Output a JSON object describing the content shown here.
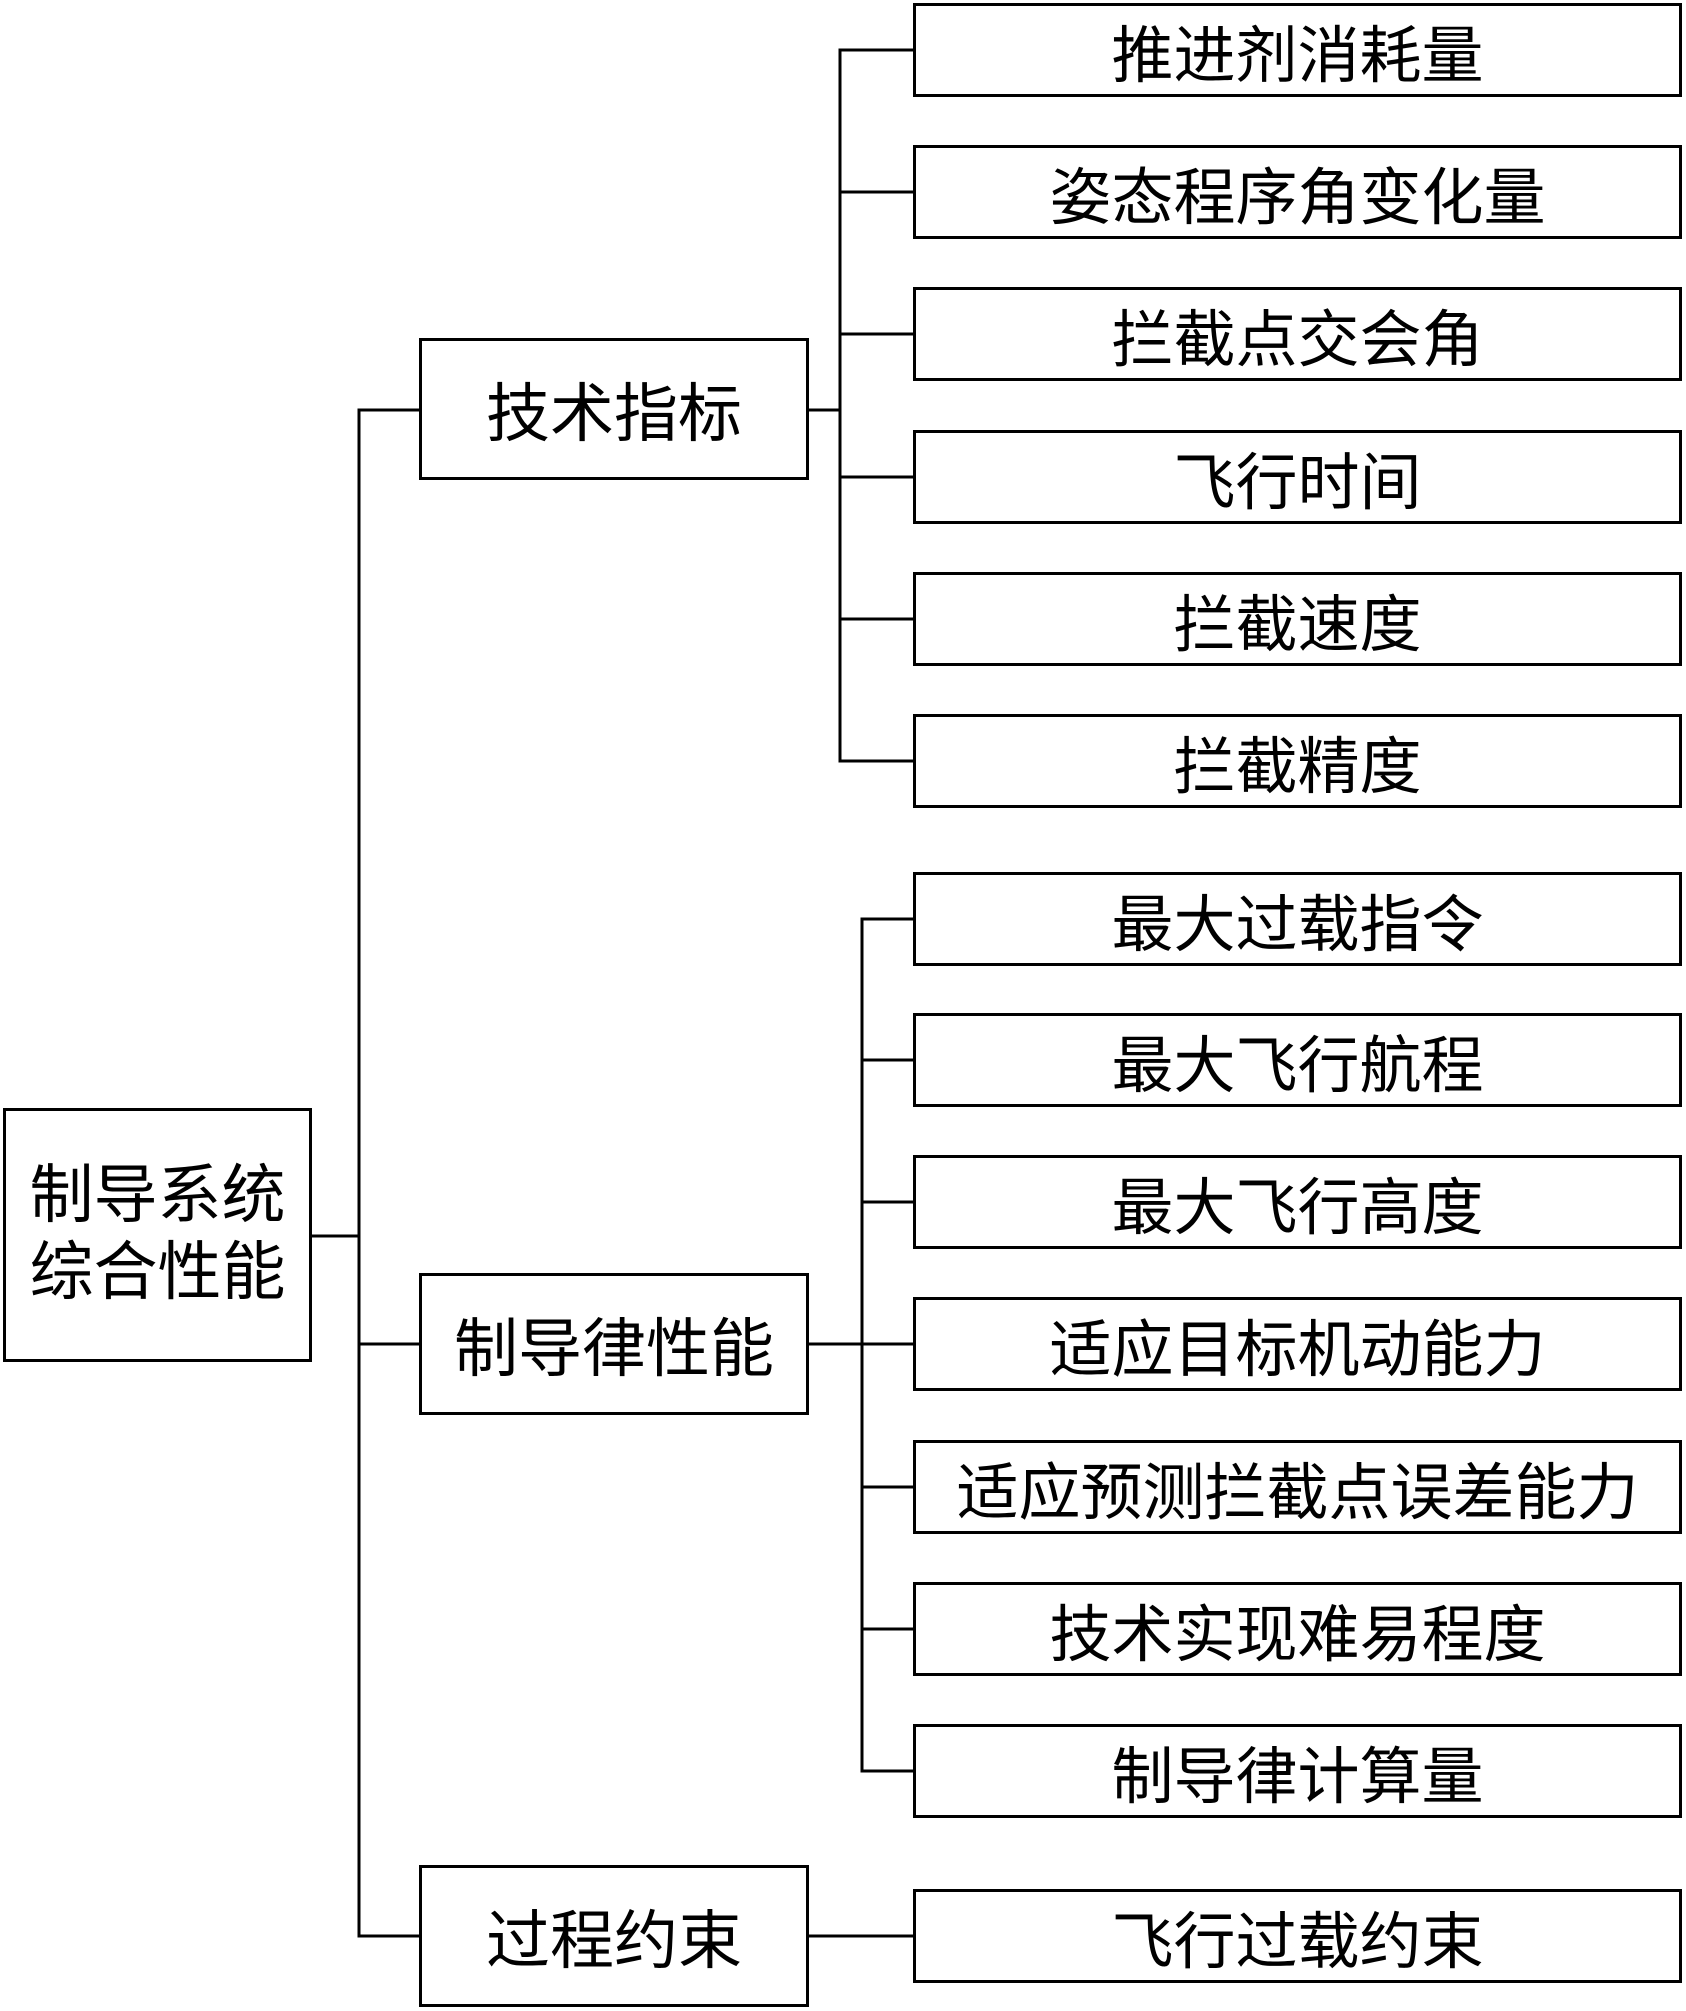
{
  "root": {
    "lines": [
      "制导系统",
      "综合性能"
    ]
  },
  "branches": [
    {
      "label": "技术指标",
      "children": [
        "推进剂消耗量",
        "姿态程序角变化量",
        "拦截点交会角",
        "飞行时间",
        "拦截速度",
        "拦截精度"
      ]
    },
    {
      "label": "制导律性能",
      "children": [
        "最大过载指令",
        "最大飞行航程",
        "最大飞行高度",
        "适应目标机动能力",
        "适应预测拦截点误差能力",
        "技术实现难易程度",
        "制导律计算量"
      ]
    },
    {
      "label": "过程约束",
      "children": [
        "飞行过载约束"
      ]
    }
  ]
}
